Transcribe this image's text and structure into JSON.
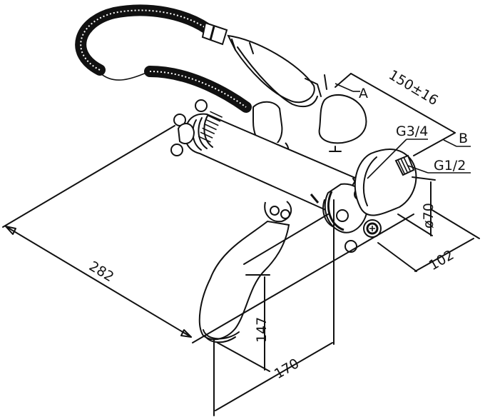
{
  "drawing": {
    "subject": "bath mixer faucet with hand shower",
    "line_color": "#111111",
    "background": "#ffffff"
  },
  "dimensions": {
    "width_overall": "282",
    "shower_holder_offset": "150±16",
    "flange_diameter": "ø70",
    "wall_to_body": "102",
    "spout_height": "147",
    "spout_reach": "170"
  },
  "labels": {
    "point_a": "A",
    "point_b": "B",
    "thread_outlet": "G3/4",
    "thread_inlet": "G1/2"
  }
}
